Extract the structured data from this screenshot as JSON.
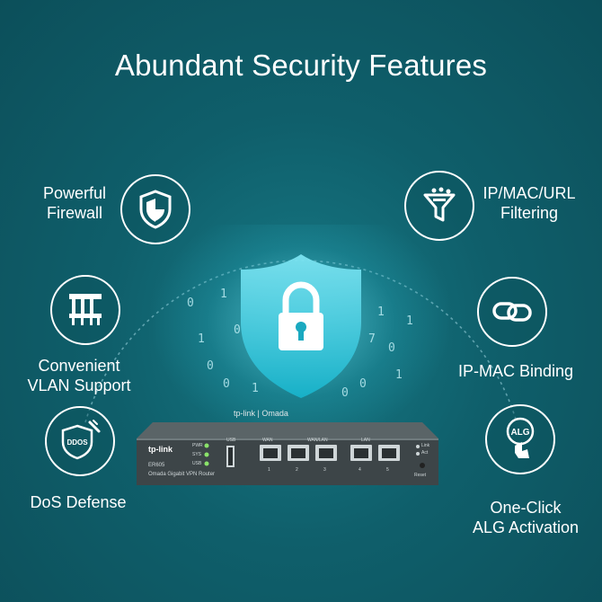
{
  "title": "Abundant Security Features",
  "features": {
    "firewall": {
      "line1": "Powerful",
      "line2": "Firewall",
      "icon": "shield-icon"
    },
    "filtering": {
      "line1": "IP/MAC/URL",
      "line2": "Filtering",
      "icon": "funnel-filter-icon"
    },
    "vlan": {
      "line1": "Convenient",
      "line2": "VLAN Support",
      "icon": "vlan-network-icon"
    },
    "binding": {
      "line1": "IP-MAC Binding",
      "icon": "link-chain-icon"
    },
    "dos": {
      "line1": "DoS Defense",
      "icon": "ddos-shield-icon",
      "badge": "DDOS"
    },
    "alg": {
      "line1": "One-Click",
      "line2": "ALG Activation",
      "icon": "alg-click-icon",
      "badge": "ALG"
    }
  },
  "router": {
    "brand": "tp-link",
    "top_brand": "tp-link | Omada",
    "model": "ER605",
    "subtitle": "Omada Gigabit VPN Router",
    "leds": [
      "PWR",
      "SYS",
      "USB"
    ],
    "usb_label": "USB",
    "wan_label": "WAN",
    "wanlan_label": "WAN/LAN",
    "lan_label": "LAN",
    "port_numbers": [
      "1",
      "2",
      "3",
      "4",
      "5"
    ],
    "link_label": "Link",
    "act_label": "Act",
    "reset_label": "Reset"
  },
  "colors": {
    "background": "#0f5a66",
    "accent": "#19c6dc",
    "white": "#ffffff"
  }
}
